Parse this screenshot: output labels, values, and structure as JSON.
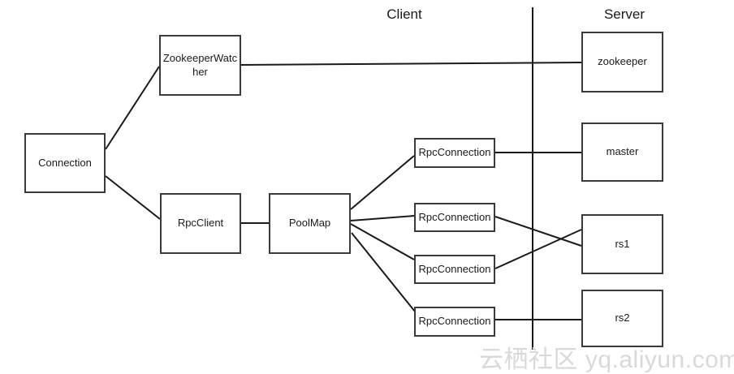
{
  "titles": {
    "client": "Client",
    "server": "Server"
  },
  "nodes": {
    "connection": {
      "label": "Connection"
    },
    "zookeeperwatcher": {
      "label": "ZookeeperWatcher"
    },
    "rpcclient": {
      "label": "RpcClient"
    },
    "poolmap": {
      "label": "PoolMap"
    },
    "rpc_connection_1": {
      "label": "RpcConnection"
    },
    "rpc_connection_2": {
      "label": "RpcConnection"
    },
    "rpc_connection_3": {
      "label": "RpcConnection"
    },
    "rpc_connection_4": {
      "label": "RpcConnection"
    },
    "zookeeper": {
      "label": "zookeeper"
    },
    "master": {
      "label": "master"
    },
    "rs1": {
      "label": "rs1"
    },
    "rs2": {
      "label": "rs2"
    }
  },
  "edges": [
    {
      "from": "connection",
      "to": "zookeeperwatcher"
    },
    {
      "from": "connection",
      "to": "rpcclient"
    },
    {
      "from": "zookeeperwatcher",
      "to": "zookeeper"
    },
    {
      "from": "rpcclient",
      "to": "poolmap"
    },
    {
      "from": "poolmap",
      "to": "rpc_connection_1"
    },
    {
      "from": "poolmap",
      "to": "rpc_connection_2"
    },
    {
      "from": "poolmap",
      "to": "rpc_connection_3"
    },
    {
      "from": "poolmap",
      "to": "rpc_connection_4"
    },
    {
      "from": "rpc_connection_1",
      "to": "master"
    },
    {
      "from": "rpc_connection_2",
      "to": "rs1"
    },
    {
      "from": "rpc_connection_3",
      "to": "rs1"
    },
    {
      "from": "rpc_connection_4",
      "to": "rs2"
    }
  ],
  "watermark": "云栖社区 yq.aliyun.com",
  "colors": {
    "box_border": "#3a3a3a",
    "line": "#1a1a1a",
    "watermark": "#d9d9d9",
    "background": "#ffffff"
  }
}
